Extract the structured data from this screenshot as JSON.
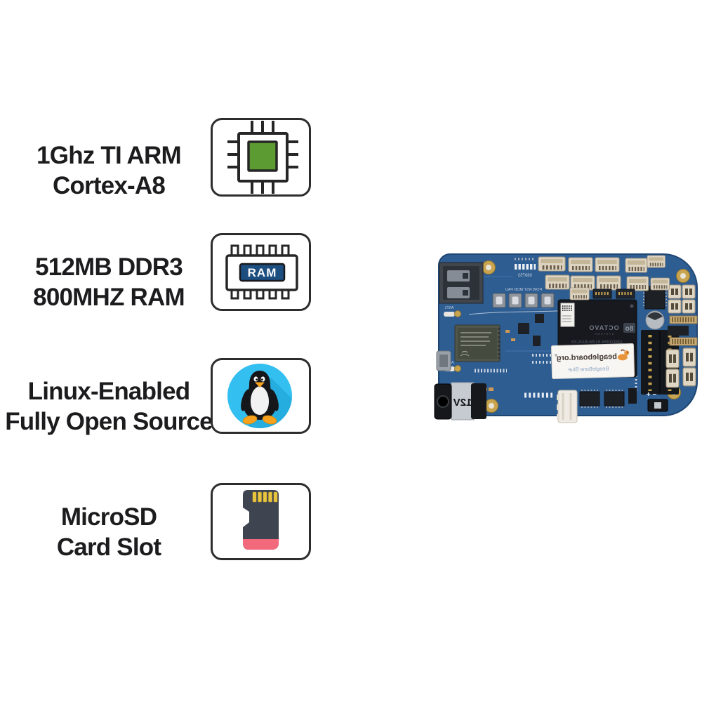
{
  "features": [
    {
      "icon": "cpu-chip-icon",
      "line1": "1Ghz TI ARM",
      "line2": "Cortex-A8"
    },
    {
      "icon": "ram-chip-icon",
      "line1": "512MB DDR3",
      "line2": "800MHZ RAM",
      "icon_text": "RAM"
    },
    {
      "icon": "linux-tux-icon",
      "line1": "Linux-Enabled",
      "line2": "Fully Open Source"
    },
    {
      "icon": "microsd-card-icon",
      "line1": "MicroSD",
      "line2": "Card Slot"
    }
  ],
  "board": {
    "sticker_brand": "beagleboard.org",
    "sticker_reg": "®",
    "sticker_model": "BeagleBone Blue",
    "chip_logo": "8o",
    "chip_brand": "OCTAVO",
    "chip_sub": "SYSTEMS",
    "chip_part": "OSD3358-512M-BAS-X8",
    "power_jack": "12V",
    "led_code": "089753",
    "button_silkscreen": "POW RST MOD PAU",
    "ant1": "ANT1",
    "ant2": "ANT2",
    "power_marks": "+ −"
  },
  "colors": {
    "background": "#ffffff",
    "text": "#1c1c1e",
    "icon_border": "#2d2d2d",
    "cpu_green": "#5b9b31",
    "ram_navy": "#1c4e80",
    "tux_circle_blue": "#33bfef",
    "tux_orange": "#f6a21e",
    "sd_body": "#3f4550",
    "sd_stripe": "#f2697c",
    "sd_contacts": "#e9c53f",
    "pcb_blue": "#2e5d92",
    "connector_beige": "#ded4c2",
    "gold": "#c9a44e"
  }
}
